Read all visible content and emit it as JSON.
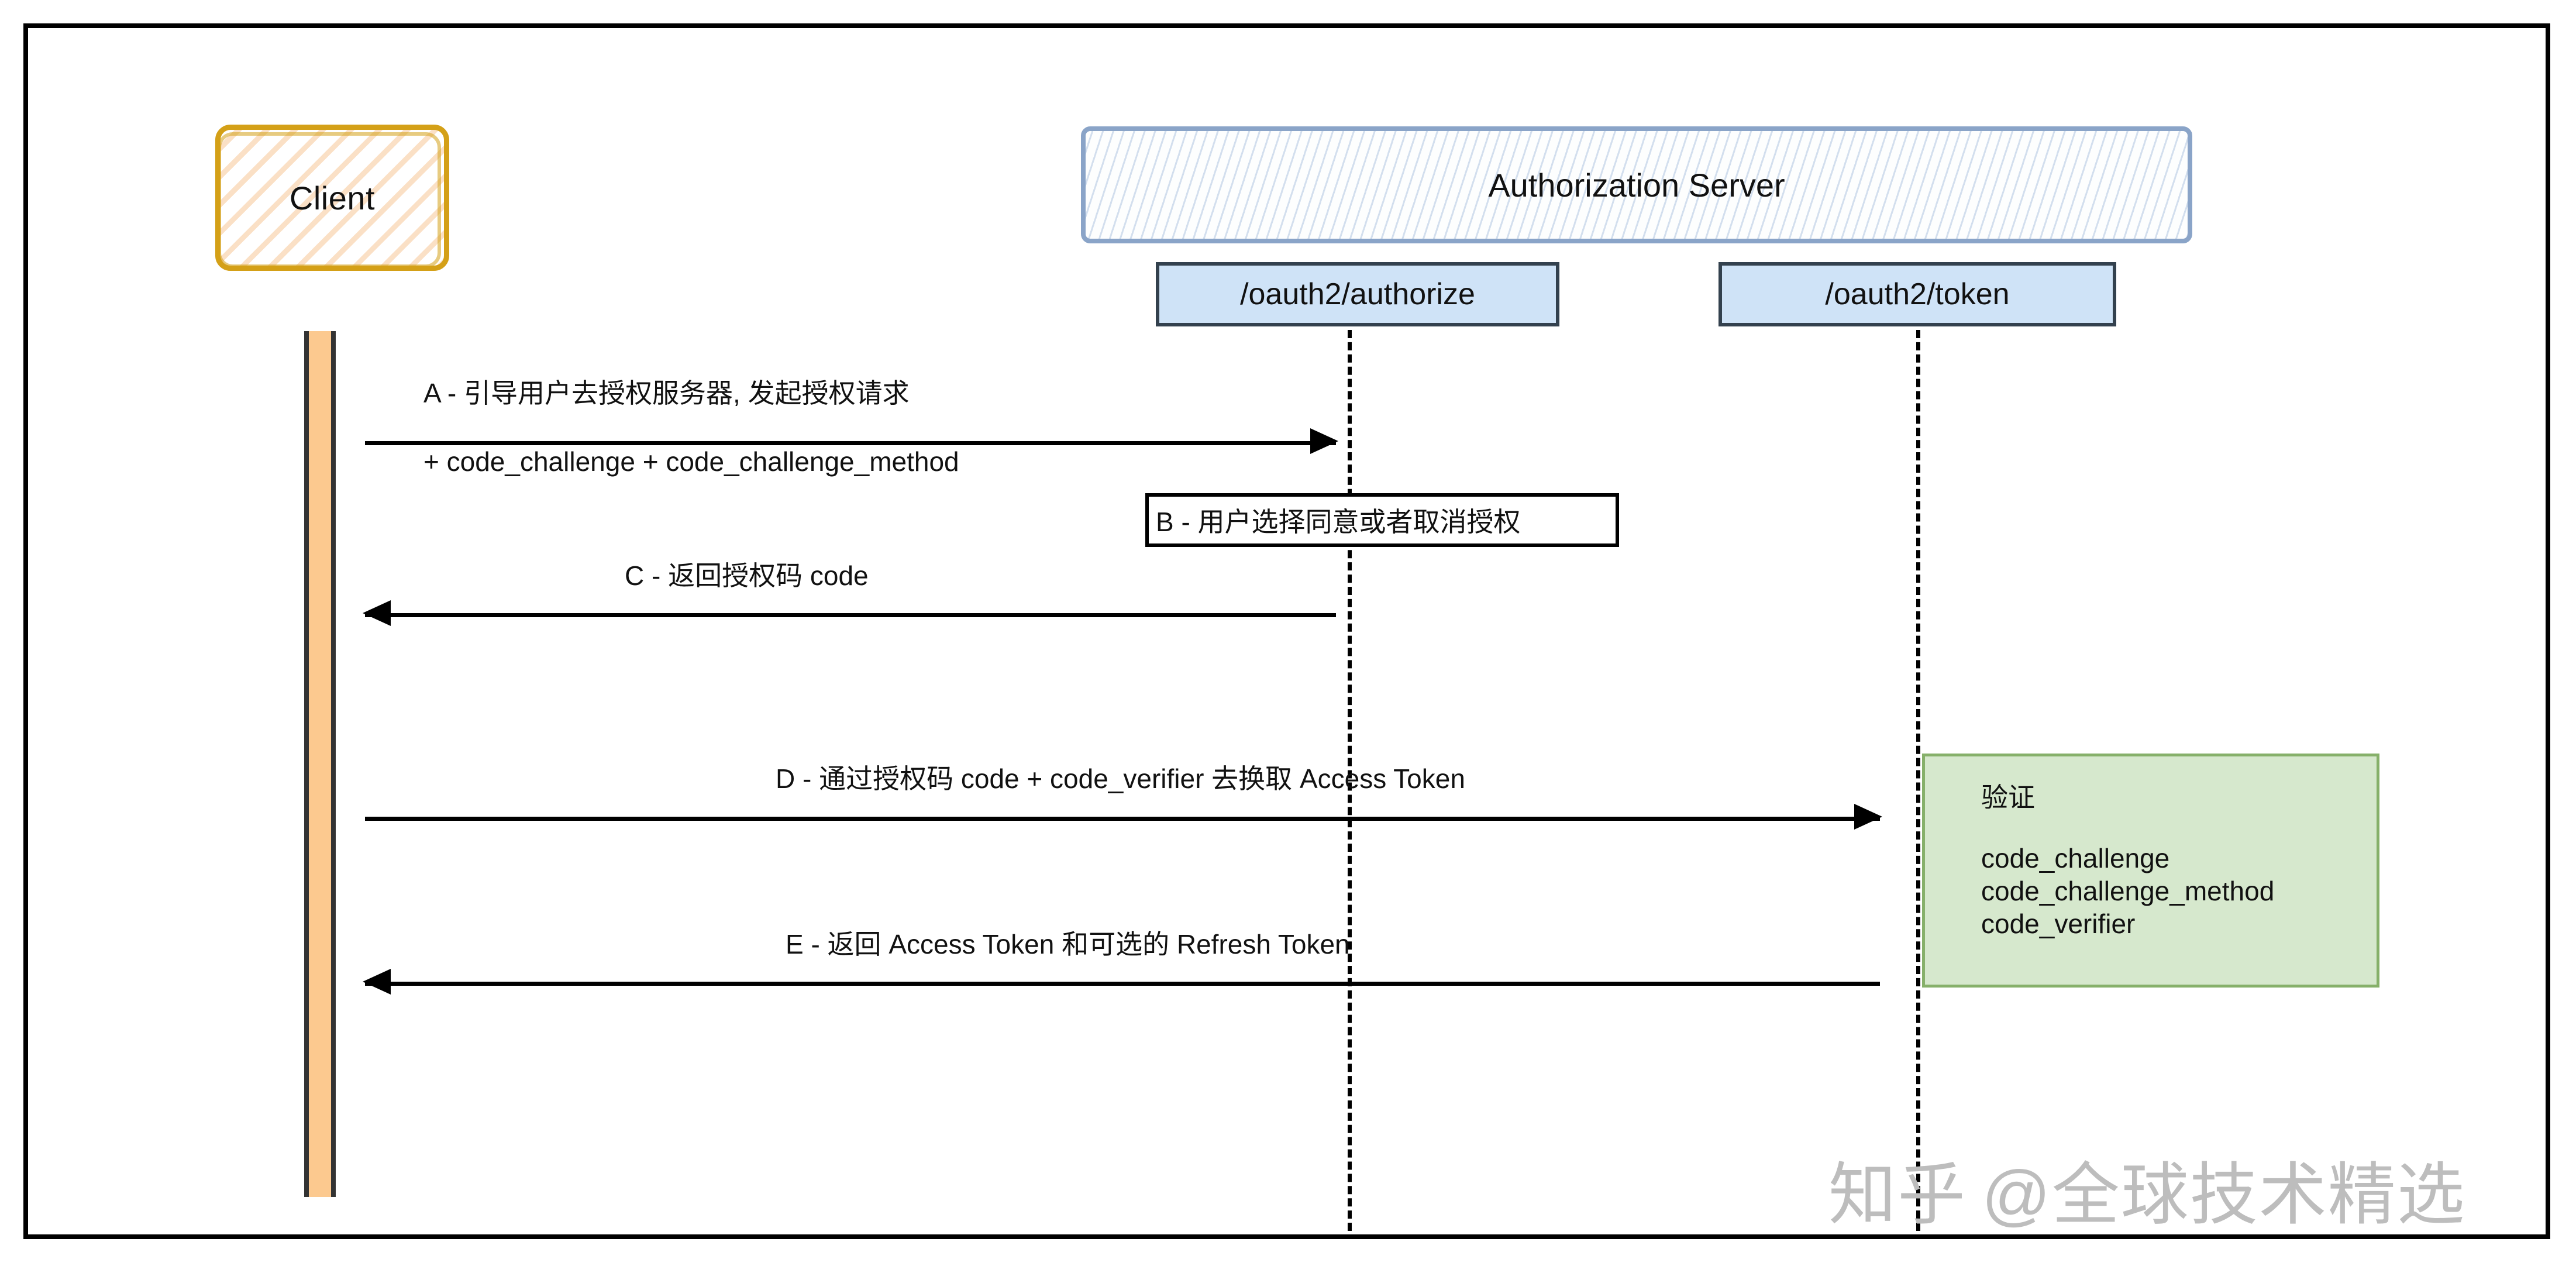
{
  "diagram": {
    "title": "OAuth2 Authorization Code Flow with PKCE",
    "participants": {
      "client": {
        "label": "Client"
      },
      "auth_server": {
        "label": "Authorization Server"
      },
      "endpoints": [
        {
          "label": "/oauth2/authorize"
        },
        {
          "label": "/oauth2/token"
        }
      ]
    },
    "messages": [
      {
        "id": "A",
        "label": "A - 引导用户去授权服务器, 发起授权请求",
        "sublabel": "+ code_challenge + code_challenge_method",
        "direction": "right"
      },
      {
        "id": "C",
        "label": "C - 返回授权码 code",
        "direction": "left"
      },
      {
        "id": "D",
        "label": "D - 通过授权码 code + code_verifier 去换取 Access Token",
        "direction": "right"
      },
      {
        "id": "E",
        "label": "E - 返回 Access Token 和可选的 Refresh Token",
        "direction": "left"
      }
    ],
    "note": {
      "id": "B",
      "label": "B - 用户选择同意或者取消授权"
    },
    "verification": {
      "title": "验证",
      "items": [
        "code_challenge",
        "code_challenge_method",
        "code_verifier"
      ]
    },
    "watermark": {
      "site": "知乎",
      "author": "@全球技术精选"
    },
    "colors": {
      "client_border": "#d4a017",
      "client_hatch": "#f7c696",
      "auth_server_border": "#8aa4c8",
      "auth_server_hatch": "#a0b9da",
      "endpoint_fill": "#cfe3f7",
      "endpoint_border": "#33414e",
      "activation_fill": "#fcc98f",
      "verify_fill": "#d6e8cd",
      "verify_border": "#86b06a",
      "line": "#000000",
      "watermark": "#bdbdbd"
    }
  }
}
